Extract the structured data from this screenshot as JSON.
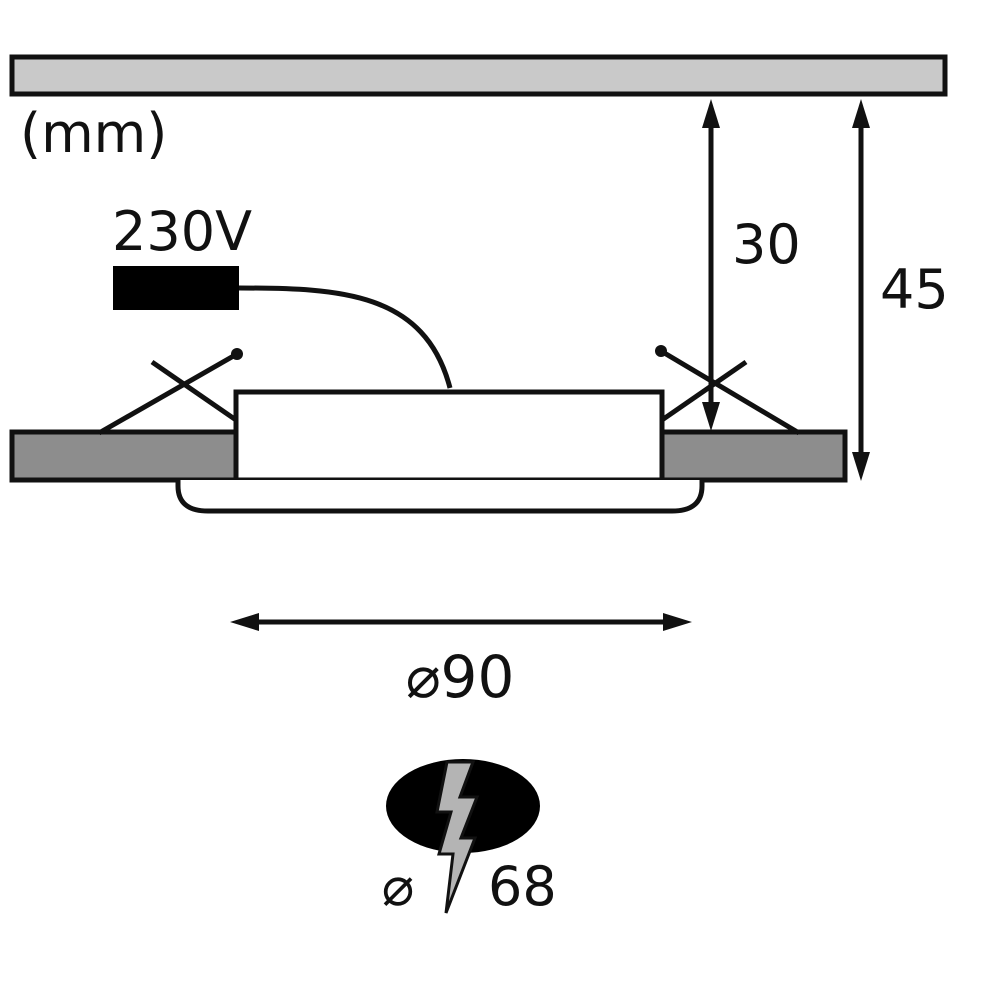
{
  "diagram": {
    "title": "Recessed luminaire installation dimension drawing",
    "labels": {
      "unit": "(mm)",
      "voltage": "230V",
      "depth_recess": "30",
      "depth_total": "45",
      "outer_diameter": "⌀90",
      "cutout_symbol": "⌀",
      "cutout_value": "68"
    }
  },
  "colors": {
    "ceiling_fill": "#c9c9c9",
    "block_fill": "#8d8d8d",
    "line": "#111111",
    "bolt_fill": "#b4b4b4",
    "body_fill": "#ffffff",
    "ellipse_fill": "#000000"
  }
}
